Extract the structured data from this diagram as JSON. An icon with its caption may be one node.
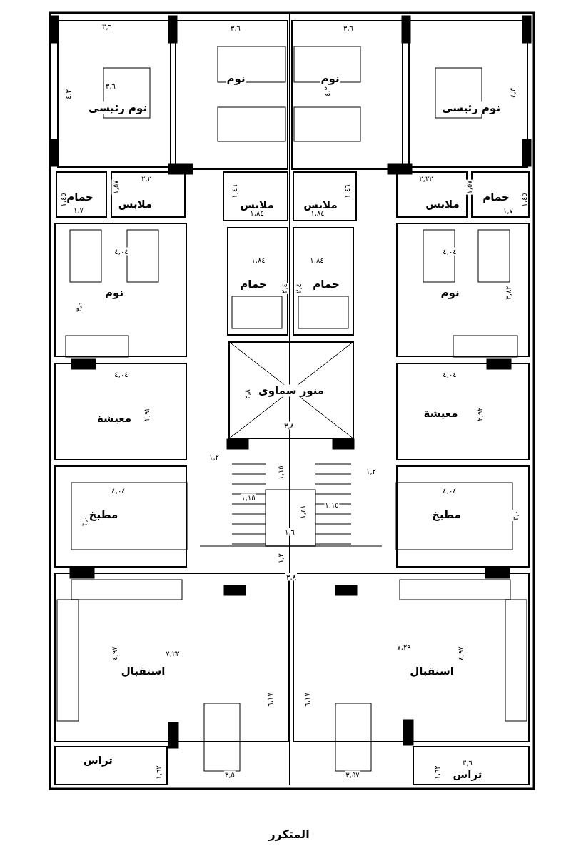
{
  "diagram": {
    "caption": "المتكرر",
    "nodes": [
      {
        "text": [
          "نوم رئيسى"
        ]
      },
      {
        "text": [
          "نوم"
        ]
      },
      {
        "text": [
          "نوم"
        ]
      },
      {
        "text": [
          "نوم رئيسى"
        ]
      },
      {
        "text": [
          "حمام"
        ]
      },
      {
        "text": [
          "ملابس"
        ]
      },
      {
        "text": [
          "ملابس"
        ]
      },
      {
        "text": [
          "ملابس"
        ]
      },
      {
        "text": [
          "ملابس"
        ]
      },
      {
        "text": [
          "حمام"
        ]
      },
      {
        "text": [
          "نوم"
        ]
      },
      {
        "text": [
          "حمام"
        ]
      },
      {
        "text": [
          "حمام"
        ]
      },
      {
        "text": [
          "نوم"
        ]
      },
      {
        "text": [
          "معيشة"
        ]
      },
      {
        "text": [
          "منور سماوى"
        ]
      },
      {
        "text": [
          "معيشة"
        ]
      },
      {
        "text": [
          "مطبخ"
        ]
      },
      {
        "text": [
          "مطبخ"
        ]
      },
      {
        "text": [
          "استقبال"
        ]
      },
      {
        "text": [
          "استقبال"
        ]
      },
      {
        "text": [
          "تراس"
        ]
      },
      {
        "text": [
          "تراس"
        ]
      }
    ],
    "labels": [
      "٣,٦",
      "٣,٦",
      "٣,٦",
      "٣,٦",
      "٤,٣",
      "٤,٢",
      "٤,٣",
      "٢,٢",
      "١,٥٧",
      "١,٤٥",
      "١,٧",
      "١,٤٦",
      "١,٨٤",
      "١,٤٦",
      "١,٨٤",
      "٢,٢٢",
      "١,٥٧",
      "١,٤٥",
      "١,٧",
      "٤,٠٤",
      "١,٨٤",
      "١,٨٤",
      "٤,٠٤",
      "٣,٠",
      "٢,٤",
      "٢,٤",
      "٣,٨٢",
      "٤,٠٤",
      "٤,٠٤",
      "٢,٩٢",
      "٢,٨",
      "٢,٩٢",
      "٣,٨",
      "١,٢",
      "١,١٥",
      "١,٢",
      "٤,٠٤",
      "١,١٥",
      "١,١٥",
      "٤,٠٤",
      "٣,٠",
      "١,٤١",
      "٣,٠",
      "١,٦",
      "١,٢",
      "٣,٨",
      "٧,٢٢",
      "٧,٢٩",
      "٤,٩٧",
      "٤,٩٧",
      "٦,١٧",
      "٦,١٧",
      "٣,٥",
      "٣,٥٧",
      "١,٦٢",
      "٣,٦",
      "١,٦٢"
    ]
  }
}
